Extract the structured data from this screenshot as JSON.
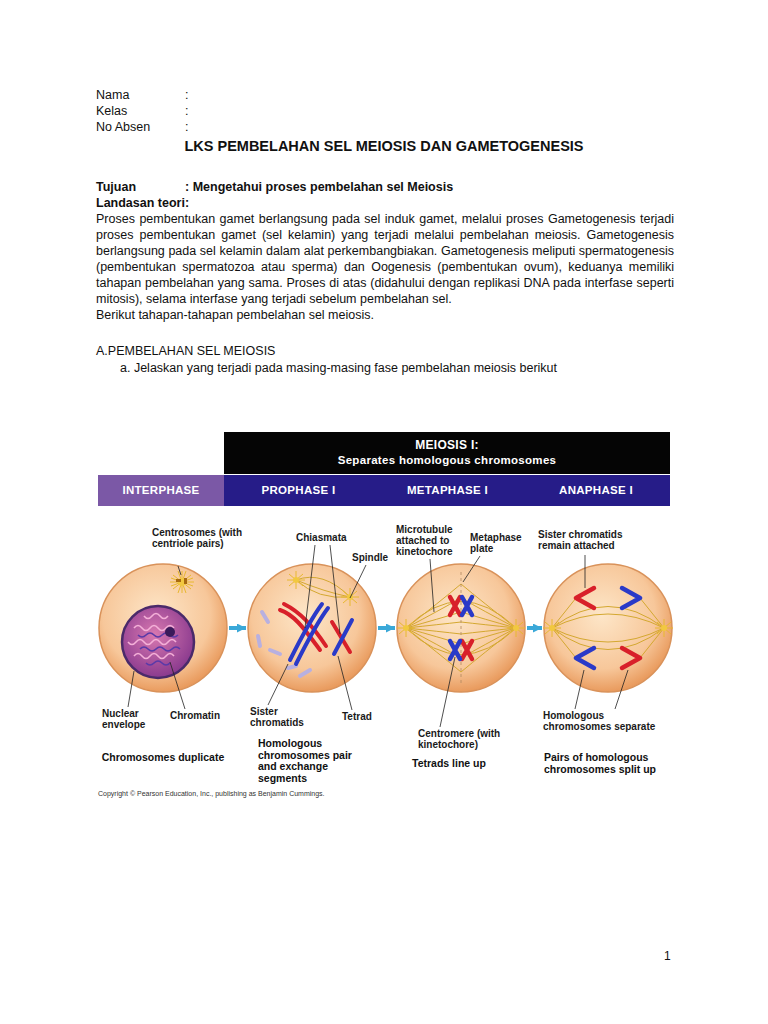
{
  "diagram": {
    "title": "LKS PEMBELAHAN SEL MEIOSIS DAN GAMETOGENESIS",
    "nodes": [
      {
        "text": [
          "MEIOSIS I:",
          "Separates homologous chromosomes"
        ]
      },
      {
        "text": [
          "INTERPHASE"
        ]
      },
      {
        "text": [
          "PROPHASE I"
        ]
      },
      {
        "text": [
          "METAPHASE I"
        ]
      },
      {
        "text": [
          "ANAPHASE I"
        ]
      },
      {
        "text": [
          "Chromosomes duplicate"
        ]
      },
      {
        "text": [
          "Homologous chromosomes pair and exchange segments"
        ]
      },
      {
        "text": [
          "Tetrads line up"
        ]
      },
      {
        "text": [
          "Pairs of homologous chromosomes split up"
        ]
      }
    ],
    "edges": [
      {
        "from": 5,
        "to": 6,
        "arrow": "to"
      },
      {
        "from": 6,
        "to": 7,
        "arrow": "to"
      },
      {
        "from": 7,
        "to": 8,
        "arrow": "to"
      }
    ],
    "labels": [
      "Nama",
      ":",
      "Kelas",
      ":",
      "No Absen",
      ":",
      "Tujuan",
      ": Mengetahui proses pembelahan sel Meiosis",
      "Landasan teori:",
      "Proses pembentukan gamet berlangsung pada sel induk gamet, melalui proses Gametogenesis terjadi proses pembentukan gamet (sel kelamin) yang terjadi melalui pembelahan meiosis. Gametogenesis berlangsung pada sel kelamin dalam alat perkembangbiakan. Gametogenesis meliputi spermatogenesis (pembentukan spermatozoa atau sperma) dan Oogenesis (pembentukan ovum), keduanya memiliki tahapan pembelahan yang sama. Proses di atas (didahului dengan replikasi DNA pada interfase seperti mitosis), selama interfase yang terjadi sebelum pembelahan sel.",
      "Berikut tahapan-tahapan pembelahan sel meiosis.",
      "A.PEMBELAHAN SEL MEIOSIS",
      "a. Jelaskan yang terjadi pada masing-masing fase pembelahan meiosis berikut",
      "Centrosomes (with centriole pairs)",
      "Nuclear envelope",
      "Chromatin",
      "Chiasmata",
      "Spindle",
      "Sister chromatids",
      "Tetrad",
      "Microtubule attached to kinetochore",
      "Metaphase plate",
      "Centromere (with kinetochore)",
      "Sister chromatids remain attached",
      "Homologous chromosomes separate",
      "Copyright © Pearson Education, Inc., publishing as Benjamin Cummings.",
      "1"
    ]
  }
}
